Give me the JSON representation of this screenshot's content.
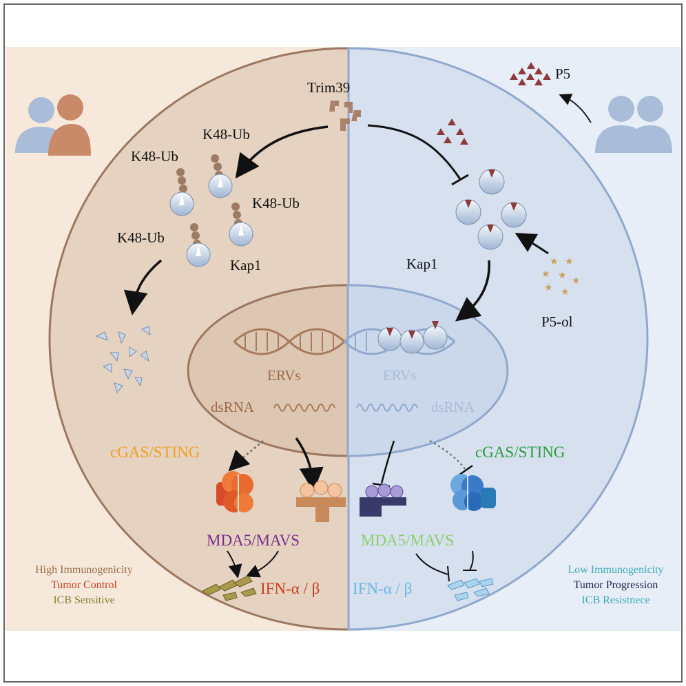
{
  "labels": {
    "trim39": "Trim39",
    "p5": "P5",
    "p5ol": "P5-ol",
    "k48ub": "K48-Ub",
    "kap1": "Kap1",
    "erv": "ERVs",
    "dsrna": "dsRNA",
    "cgas": "cGAS/STING",
    "mda5": "MDA5/MAVS",
    "ifn": "IFN-α / β"
  },
  "left_panel": {
    "outcome": [
      "High Immunogenicity",
      "Tumor Control",
      "ICB Sensitive"
    ]
  },
  "right_panel": {
    "outcome": [
      "Low Immunogenicity",
      "Tumor Progression",
      "ICB Resistnece"
    ]
  },
  "colors": {
    "left_bg": "#f6e9dc",
    "right_bg": "#e8eef8",
    "left_cell": "#e7d3c2",
    "right_cell": "#d8e2f0",
    "left_border": "#9c7760",
    "right_border": "#8fa8cc",
    "ub_chain": "#9c7b66",
    "inhibitor": "#8c3a3a",
    "star": "#c9a060",
    "dna_left": "#a77a5b",
    "dna_right": "#8fa8cc",
    "cgas_left": "#f0a020",
    "cgas_right": "#2a9d3a",
    "mda5_left": "#7a2d8a",
    "mda5_right": "#8ccf6a",
    "ifn_left": "#c83a1c",
    "ifn_right": "#6ab7e0"
  }
}
